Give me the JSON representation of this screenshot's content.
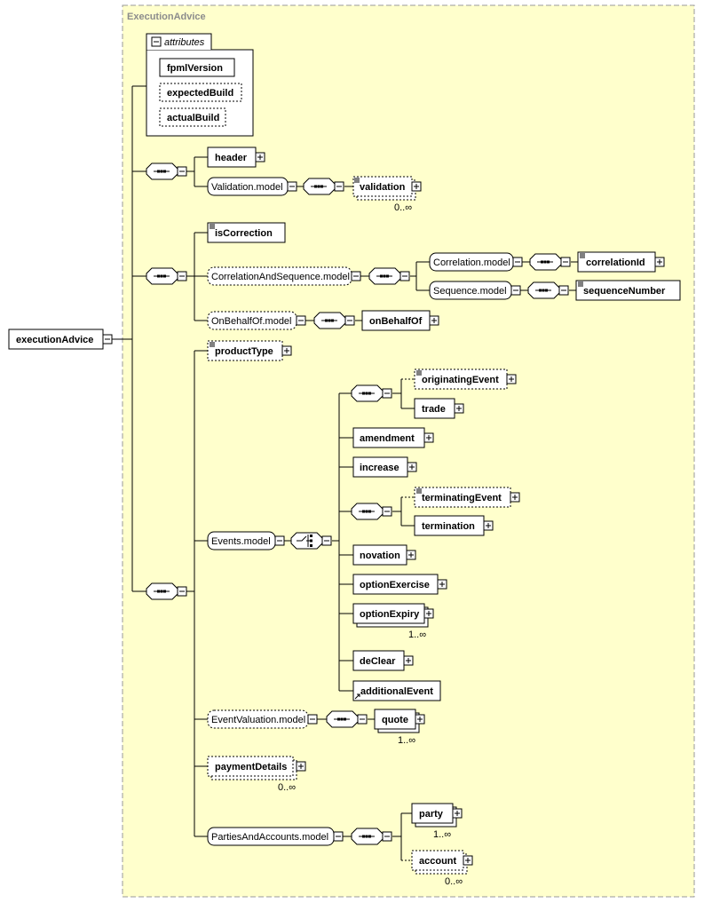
{
  "diagram": {
    "title": "ExecutionAdvice",
    "root": "executionAdvice",
    "attributes": {
      "label": "attributes",
      "items": [
        "fpmlVersion",
        "expectedBuild",
        "actualBuild"
      ]
    },
    "group1": {
      "header": "header",
      "validation_model": "Validation.model",
      "validation": "validation",
      "validation_occurs": "0..∞"
    },
    "group2": {
      "is_correction": "isCorrection",
      "correlation_and_sequence_model": "CorrelationAndSequence.model",
      "correlation_model": "Correlation.model",
      "correlation_id": "correlationId",
      "sequence_model": "Sequence.model",
      "sequence_number": "sequenceNumber",
      "on_behalf_of_model": "OnBehalfOf.model",
      "on_behalf_of": "onBehalfOf"
    },
    "group3": {
      "product_type": "productType",
      "events_model": "Events.model",
      "originating_event": "originatingEvent",
      "trade": "trade",
      "amendment": "amendment",
      "increase": "increase",
      "terminating_event": "terminatingEvent",
      "termination": "termination",
      "novation": "novation",
      "option_exercise": "optionExercise",
      "option_expiry": "optionExpiry",
      "option_expiry_occurs": "1..∞",
      "de_clear": "deClear",
      "additional_event": "additionalEvent",
      "event_valuation_model": "EventValuation.model",
      "quote": "quote",
      "quote_occurs": "1..∞",
      "payment_details": "paymentDetails",
      "payment_details_occurs": "0..∞",
      "parties_and_accounts_model": "PartiesAndAccounts.model",
      "party": "party",
      "party_occurs": "1..∞",
      "account": "account",
      "account_occurs": "0..∞"
    }
  }
}
